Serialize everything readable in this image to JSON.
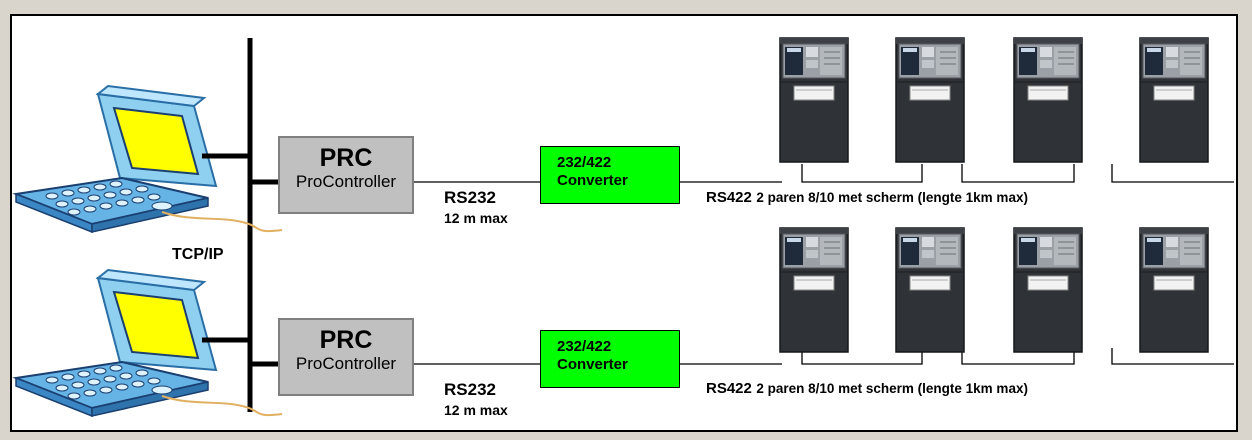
{
  "network": {
    "label": "TCP/IP"
  },
  "rows": [
    {
      "prc": {
        "title": "PRC",
        "subtitle": "ProController"
      },
      "rs232": {
        "label": "RS232",
        "note": "12 m max"
      },
      "converter": {
        "line1": "232/422",
        "line2": "Converter"
      },
      "rs422": {
        "label": "RS422",
        "note": "2 paren 8/10 met scherm (lengte 1km max)"
      }
    },
    {
      "prc": {
        "title": "PRC",
        "subtitle": "ProController"
      },
      "rs232": {
        "label": "RS232",
        "note": "12 m max"
      },
      "converter": {
        "line1": "232/422",
        "line2": "Converter"
      },
      "rs422": {
        "label": "RS422",
        "note": "2 paren 8/10 met scherm (lengte 1km max)"
      }
    }
  ],
  "colors": {
    "converter": "#00ff00",
    "prc": "#c0c0c0",
    "panel": "#2f3236",
    "laptop_screen": "#ffff00",
    "laptop_body": "#66b3e6"
  },
  "icons": [
    "laptop-icon",
    "fire-panel-icon"
  ]
}
